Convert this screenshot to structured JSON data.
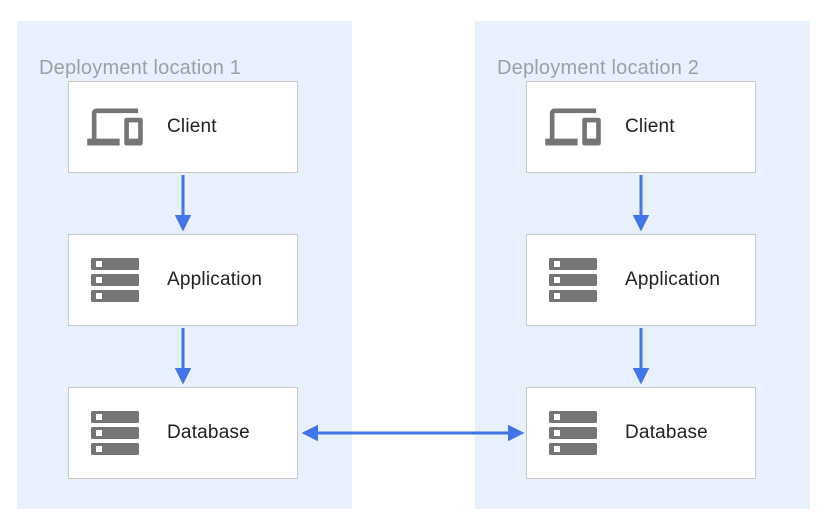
{
  "panels": [
    {
      "title": "Deployment location 1",
      "nodes": [
        {
          "label": "Client",
          "icon": "devices-icon"
        },
        {
          "label": "Application",
          "icon": "server-icon"
        },
        {
          "label": "Database",
          "icon": "server-icon"
        }
      ]
    },
    {
      "title": "Deployment location 2",
      "nodes": [
        {
          "label": "Client",
          "icon": "devices-icon"
        },
        {
          "label": "Application",
          "icon": "server-icon"
        },
        {
          "label": "Database",
          "icon": "server-icon"
        }
      ]
    }
  ],
  "connections": [
    {
      "from": "location-1-client",
      "to": "location-1-application",
      "direction": "down"
    },
    {
      "from": "location-1-application",
      "to": "location-1-database",
      "direction": "down"
    },
    {
      "from": "location-2-client",
      "to": "location-2-application",
      "direction": "down"
    },
    {
      "from": "location-2-application",
      "to": "location-2-database",
      "direction": "down"
    },
    {
      "from": "location-1-database",
      "to": "location-2-database",
      "direction": "bidirectional"
    }
  ],
  "colors": {
    "canvas_bg": "#FFFFFF",
    "panel_bg": "#E8F0FE",
    "box_bg": "#FFFFFF",
    "box_border": "#C8C8C8",
    "arrow": "#4175E8",
    "icon": "#757575",
    "title_text": "#9AA0A6",
    "label_text": "#202124"
  }
}
